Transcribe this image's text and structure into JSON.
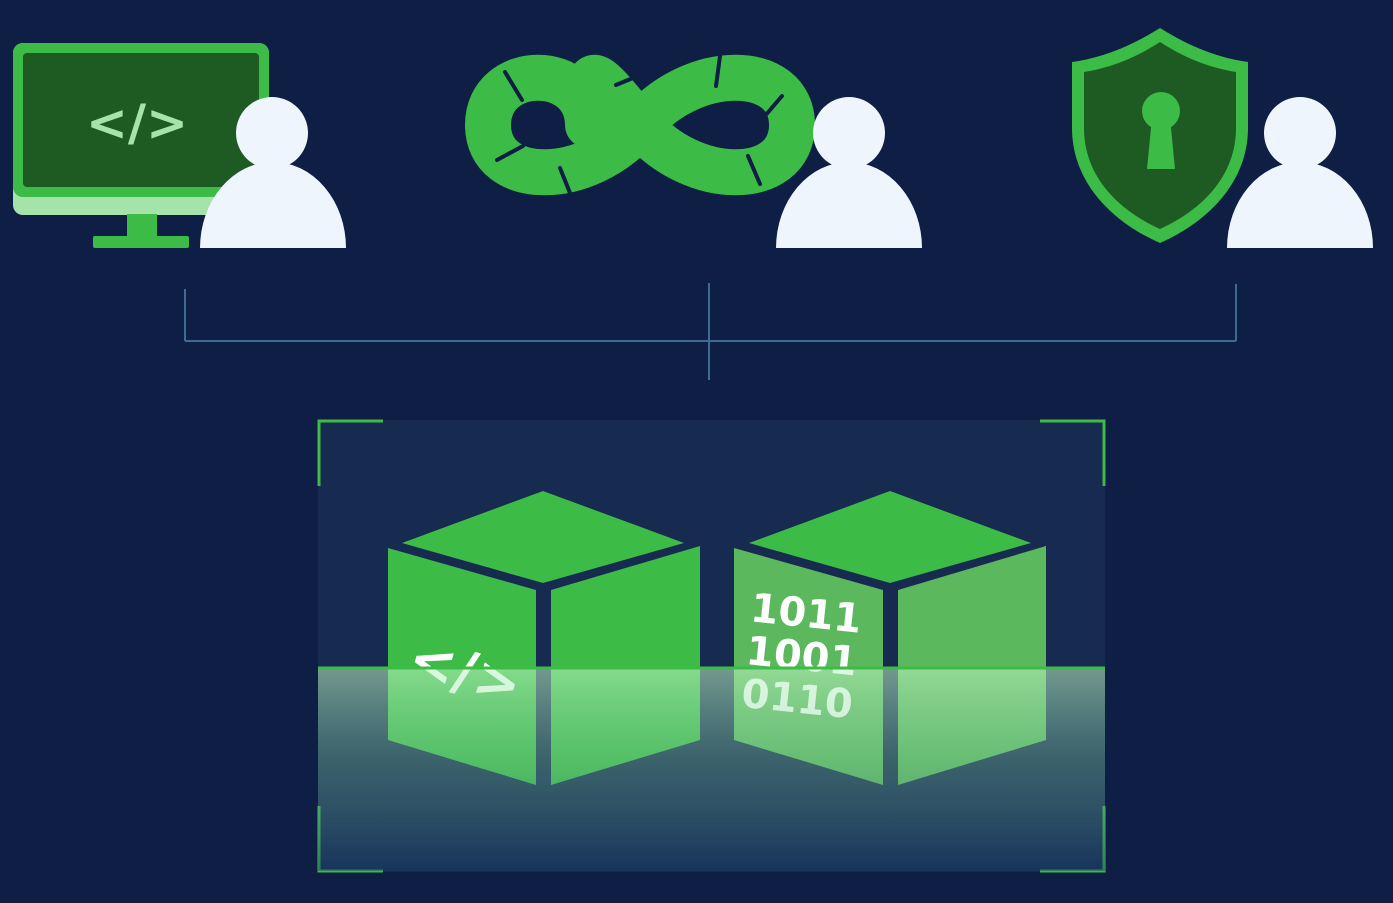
{
  "colors": {
    "background": "#0e1e45",
    "green": "#3dbb47",
    "green_dark": "#1e5b22",
    "green_light": "#a6e3aa",
    "green_soft": "#5cb85c",
    "person": "#eef5fc",
    "connector": "#3f6a93",
    "panel": "#172a4f",
    "bracket": "#3dbb47"
  },
  "roles": [
    {
      "icon": "code-monitor-icon",
      "glyph": "</>"
    },
    {
      "icon": "devops-infinity-icon"
    },
    {
      "icon": "security-shield-lock-icon"
    }
  ],
  "container": {
    "left_cube": {
      "icon": "code-cube-icon",
      "glyph": "</>"
    },
    "right_cube": {
      "icon": "binary-data-cube-icon",
      "binary_lines": [
        "1011",
        "1001",
        "0110"
      ]
    }
  }
}
